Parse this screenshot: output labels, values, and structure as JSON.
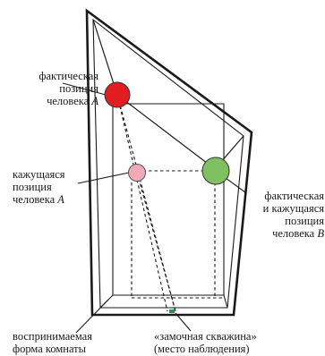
{
  "labels": {
    "actual_a": [
      "фактическая",
      "позиция",
      "человека "
    ],
    "actual_a_var": "A",
    "apparent_a": [
      "кажущаяся",
      "позиция",
      "человека "
    ],
    "apparent_a_var": "A",
    "person_b": [
      "фактическая",
      "и кажущаяся",
      "позиция",
      "человека "
    ],
    "person_b_var": "B",
    "perceived_room": [
      "воспринимаемая",
      "форма комнаты"
    ],
    "keyhole": [
      "«замочная скважина»",
      "(место наблюдения)"
    ]
  },
  "colors": {
    "actual_a": "#e01e22",
    "apparent_a": "#f1aab8",
    "person_b": "#7fc060",
    "keyhole": "#2e8b57"
  }
}
